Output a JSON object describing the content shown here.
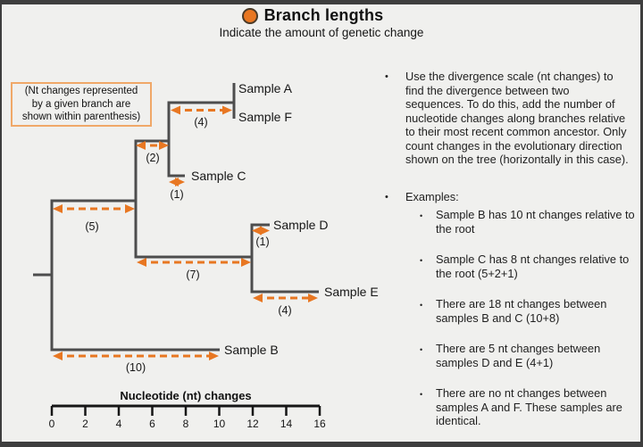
{
  "colors": {
    "background": "#F0F0EE",
    "frame": "#3E3E3E",
    "accent_orange": "#E87722",
    "tree_line": "#4D4D4D",
    "note_border": "#F0A868"
  },
  "header": {
    "title": "Branch lengths",
    "subtitle": "Indicate the amount of genetic change",
    "bullet_icon": "orange-circle"
  },
  "note_box": {
    "lines": [
      "(Nt changes represented",
      "by a given branch are",
      "shown within parenthesis)"
    ]
  },
  "tree": {
    "tip_labels": [
      "Sample A",
      "Sample F",
      "Sample C",
      "Sample D",
      "Sample E",
      "Sample B"
    ],
    "branch_labels": [
      "(4)",
      "(2)",
      "(1)",
      "(5)",
      "(1)",
      "(7)",
      "(4)",
      "(10)"
    ]
  },
  "scale": {
    "title": "Nucleotide (nt) changes",
    "ticks": [
      "0",
      "2",
      "4",
      "6",
      "8",
      "10",
      "12",
      "14",
      "16"
    ]
  },
  "explanation": {
    "bullet": "•",
    "intro": "Use the divergence scale (nt changes) to find the divergence between two sequences. To do this, add the number of nucleotide changes along branches relative to their most recent common ancestor. Only count changes in the evolutionary direction shown on the tree (horizontally in this case).",
    "examples_label": "Examples:",
    "examples": [
      "Sample B has 10 nt changes relative to the root",
      "Sample C has 8 nt changes relative to the root (5+2+1)",
      "There are 18 nt changes between samples B and C  (10+8)",
      "There are 5 nt changes between samples D and E (4+1)",
      "There are no nt changes between samples A and F. These samples are identical."
    ]
  }
}
